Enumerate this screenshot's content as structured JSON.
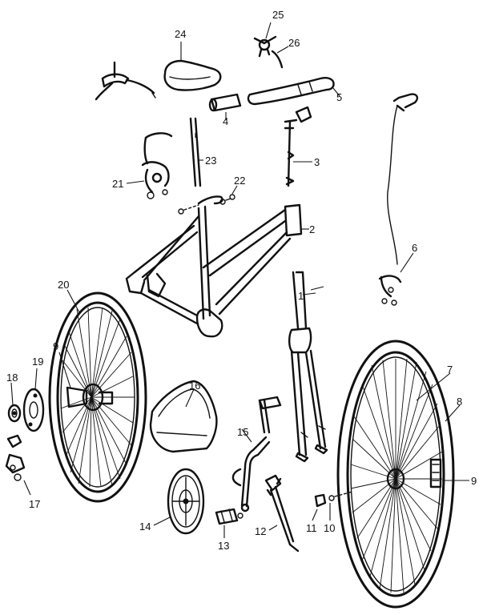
{
  "diagram": {
    "parts": [
      {
        "number": "1"
      },
      {
        "number": "2"
      },
      {
        "number": "3"
      },
      {
        "number": "4"
      },
      {
        "number": "5"
      },
      {
        "number": "6"
      },
      {
        "number": "7"
      },
      {
        "number": "8"
      },
      {
        "number": "9"
      },
      {
        "number": "9"
      },
      {
        "number": "10"
      },
      {
        "number": "11"
      },
      {
        "number": "12"
      },
      {
        "number": "13"
      },
      {
        "number": "14"
      },
      {
        "number": "15"
      },
      {
        "number": "16"
      },
      {
        "number": "17"
      },
      {
        "number": "18"
      },
      {
        "number": "19"
      },
      {
        "number": "20"
      },
      {
        "number": "21"
      },
      {
        "number": "22"
      },
      {
        "number": "23"
      },
      {
        "number": "24"
      },
      {
        "number": "25"
      },
      {
        "number": "26"
      }
    ],
    "line_color": "#111111",
    "background_color": "#ffffff"
  }
}
